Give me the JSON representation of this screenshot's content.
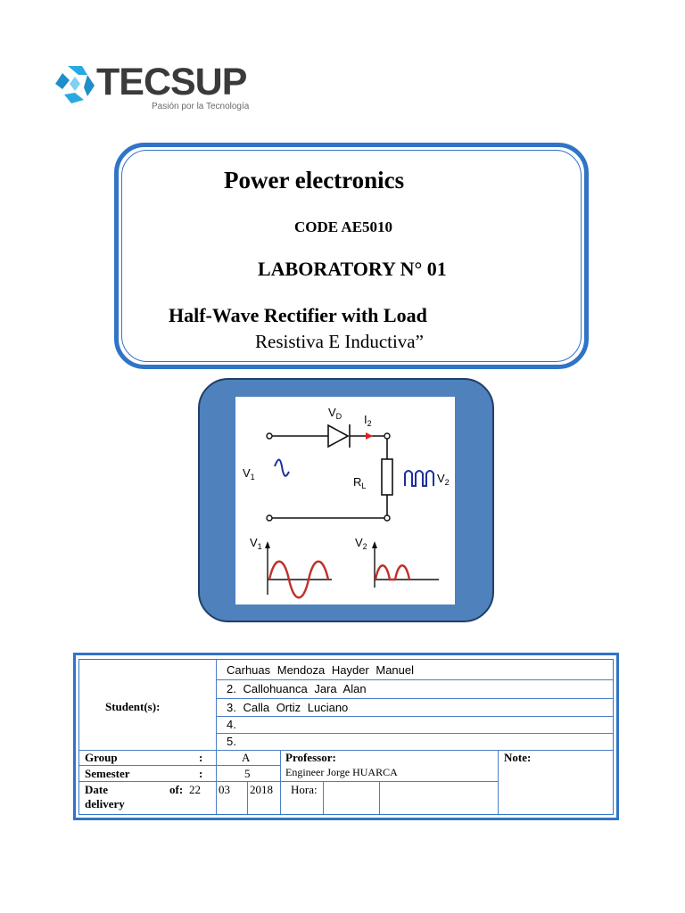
{
  "logo": {
    "word": "TECSUP",
    "tagline": "Pasión por la Tecnología"
  },
  "title_box": {
    "course": "Power electronics",
    "code": "CODE AE5010",
    "laboratory": "LABORATORY N° 01",
    "subtitle_line1": "Half-Wave Rectifier with Load",
    "subtitle_line2": "Resistiva E Inductiva”"
  },
  "circuit": {
    "diode_label": "V",
    "diode_sub": "D",
    "current_label": "I",
    "current_sub": "2",
    "input_label": "V",
    "input_sub": "1",
    "resistor_label": "R",
    "resistor_sub": "L",
    "output_label": "V",
    "output_sub": "2",
    "graph1_label": "V",
    "graph1_sub": "1",
    "graph2_label": "V",
    "graph2_sub": "2",
    "wave_color": "#c0302a",
    "arrow_color": "#e02020",
    "wire_color": "#111111"
  },
  "table": {
    "students_label": "Student(s):",
    "students": [
      "Carhuas Mendoza Hayder Manuel",
      "2.  Callohuanca Jara Alan",
      "3.  Calla Ortiz Luciano",
      "4.",
      "5."
    ],
    "group_label": "Group",
    "group_colon": ":",
    "group_value": "A",
    "semester_label": "Semester",
    "semester_colon": ":",
    "semester_value": "5",
    "date_label": "Date",
    "date_of": "of:",
    "date_day": "22",
    "date_month": "03",
    "date_year": "2018",
    "delivery_label": "delivery",
    "hora_label": "Hora:",
    "professor_label": "Professor:",
    "professor_value": "Engineer Jorge HUARCA",
    "note_label": "Note:"
  },
  "colors": {
    "accent_blue": "#2f74c7",
    "panel_blue": "#4f81bd",
    "logo_cyan": "#29a9e1"
  }
}
